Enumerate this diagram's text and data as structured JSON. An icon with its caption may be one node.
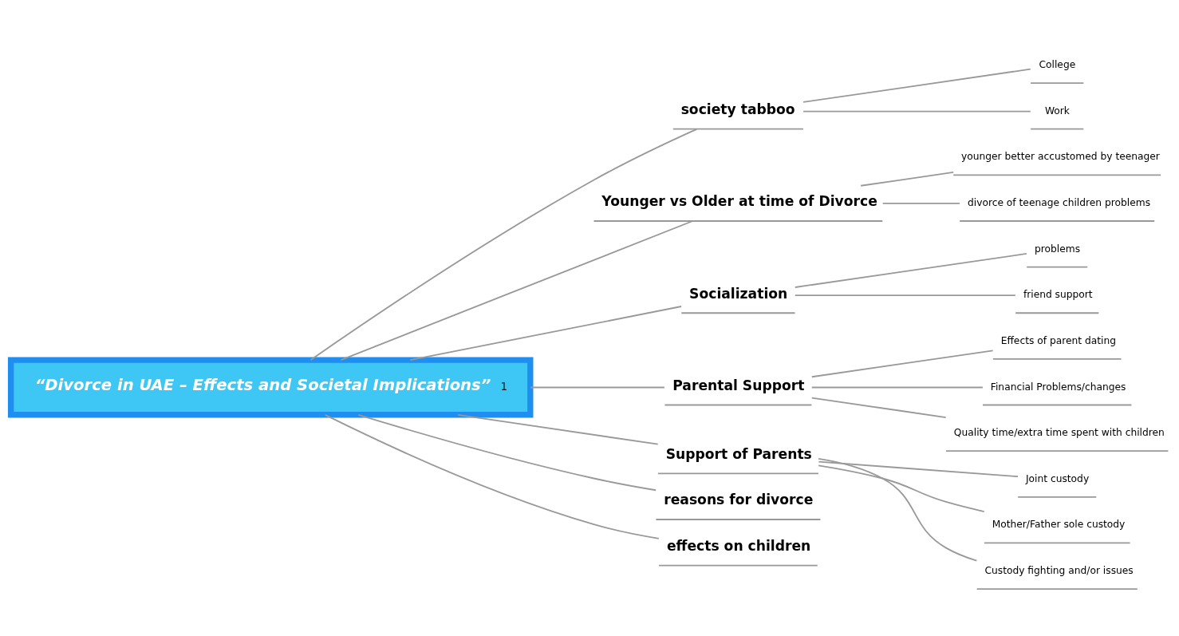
{
  "diagram": {
    "nodes": [
      {
        "text": [
          "“Divorce in UAE – Effects and Societal Implications”",
          "1"
        ]
      },
      {
        "text": [
          "society tabboo"
        ]
      },
      {
        "text": [
          "College"
        ]
      },
      {
        "text": [
          "Work"
        ]
      },
      {
        "text": [
          "Younger vs Older at time of Divorce"
        ]
      },
      {
        "text": [
          "younger better accustomed by teenager"
        ]
      },
      {
        "text": [
          "divorce of teenage children problems"
        ]
      },
      {
        "text": [
          "Socialization"
        ]
      },
      {
        "text": [
          "problems"
        ]
      },
      {
        "text": [
          "friend support"
        ]
      },
      {
        "text": [
          "Parental Support"
        ]
      },
      {
        "text": [
          "Effects of parent dating"
        ]
      },
      {
        "text": [
          "Financial Problems/changes"
        ]
      },
      {
        "text": [
          "Quality time/extra time spent with children"
        ]
      },
      {
        "text": [
          "Support of Parents"
        ]
      },
      {
        "text": [
          "Joint custody"
        ]
      },
      {
        "text": [
          "Mother/Father sole custody"
        ]
      },
      {
        "text": [
          "Custody fighting and/or issues"
        ]
      },
      {
        "text": [
          "reasons for divorce"
        ]
      },
      {
        "text": [
          "effects on children"
        ]
      }
    ],
    "edges": [
      {
        "from": 0,
        "to": 1,
        "arrow": "none"
      },
      {
        "from": 1,
        "to": 2,
        "arrow": "none"
      },
      {
        "from": 1,
        "to": 3,
        "arrow": "none"
      },
      {
        "from": 0,
        "to": 4,
        "arrow": "none"
      },
      {
        "from": 4,
        "to": 5,
        "arrow": "none"
      },
      {
        "from": 4,
        "to": 6,
        "arrow": "none"
      },
      {
        "from": 0,
        "to": 7,
        "arrow": "none"
      },
      {
        "from": 7,
        "to": 8,
        "arrow": "none"
      },
      {
        "from": 7,
        "to": 9,
        "arrow": "none"
      },
      {
        "from": 0,
        "to": 10,
        "arrow": "none"
      },
      {
        "from": 10,
        "to": 11,
        "arrow": "none"
      },
      {
        "from": 10,
        "to": 12,
        "arrow": "none"
      },
      {
        "from": 10,
        "to": 13,
        "arrow": "none"
      },
      {
        "from": 0,
        "to": 14,
        "arrow": "none"
      },
      {
        "from": 14,
        "to": 15,
        "arrow": "none"
      },
      {
        "from": 14,
        "to": 16,
        "arrow": "none"
      },
      {
        "from": 14,
        "to": 17,
        "arrow": "none"
      },
      {
        "from": 0,
        "to": 18,
        "arrow": "none"
      },
      {
        "from": 0,
        "to": 19,
        "arrow": "none"
      }
    ]
  }
}
